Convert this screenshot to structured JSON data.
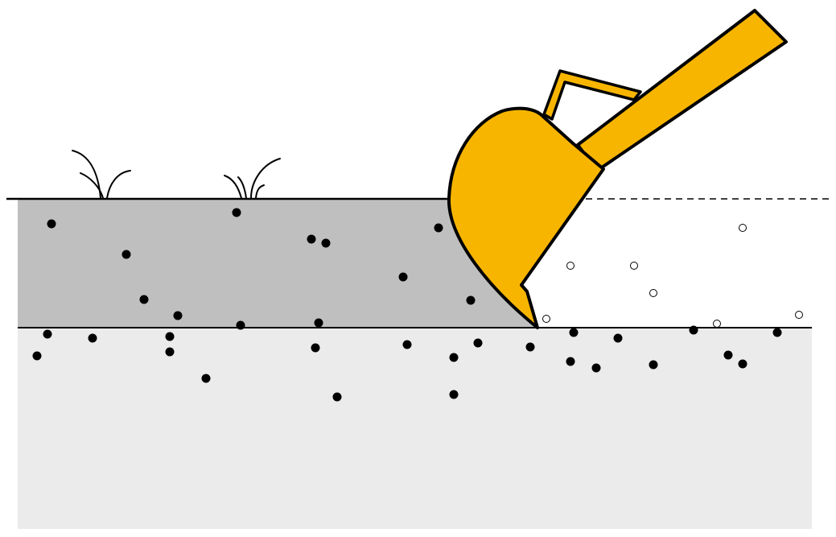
{
  "diagram": {
    "colors": {
      "background": "#ffffff",
      "topsoil": "#c0bfbf",
      "subsoil": "#ebebeb",
      "bucket": "#f7b500",
      "outline": "#000000",
      "particle_filled": "#000000",
      "particle_hollow": "#ffffff"
    },
    "layers": [
      {
        "name": "topsoil",
        "state": "partially excavated"
      },
      {
        "name": "subsoil",
        "state": "undisturbed"
      }
    ],
    "excavator_bucket": {
      "icon": "excavator-bucket-icon",
      "state": "scraping topsoil"
    },
    "grass_tufts": 2,
    "particles": {
      "filled": 36,
      "hollow": 8
    }
  }
}
